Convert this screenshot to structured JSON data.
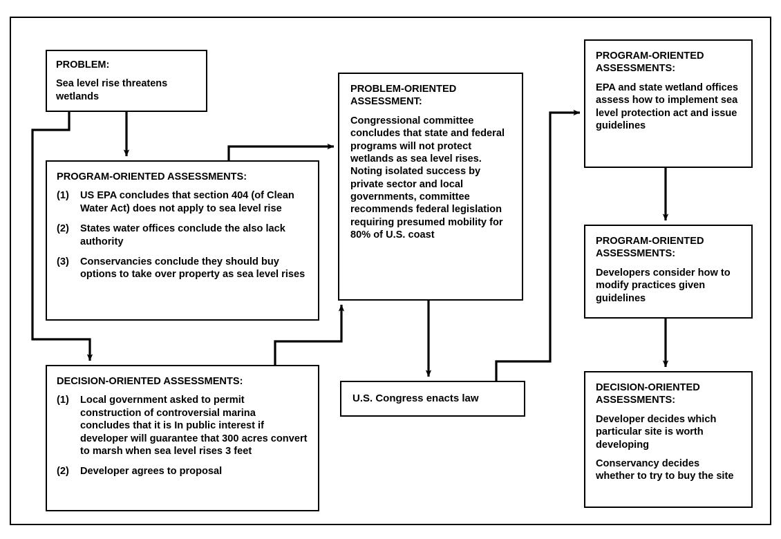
{
  "diagram": {
    "type": "flowchart",
    "nodes": [
      {
        "id": "problem",
        "title": "PROBLEM:",
        "paras": [
          "Sea level rise threatens wetlands"
        ]
      },
      {
        "id": "prog_left",
        "title": "PROGRAM-ORIENTED ASSESSMENTS:",
        "items": [
          {
            "num": "(1)",
            "text": "US EPA concludes that section 404 (of Clean Water Act) does not apply to sea level rise"
          },
          {
            "num": "(2)",
            "text": "States water offices conclude the also lack authority"
          },
          {
            "num": "(3)",
            "text": "Conservancies conclude they should buy options to take over property as sea level rises"
          }
        ]
      },
      {
        "id": "decision_left",
        "title": "DECISION-ORIENTED ASSESSMENTS:",
        "items": [
          {
            "num": "(1)",
            "text": "Local government asked to permit construction of controversial marina concludes that it is In public interest if developer will guarantee that 300 acres convert to marsh when sea level rises 3 feet"
          },
          {
            "num": "(2)",
            "text": "Developer agrees to proposal"
          }
        ]
      },
      {
        "id": "problem_center",
        "title": "PROBLEM-ORIENTED ASSESSMENT:",
        "paras": [
          "Congressional committee concludes that state and federal programs will not protect wetlands as sea level rises.  Noting isolated success by private sector and local governments, committee recommends federal legislation requiring presumed mobility for 80% of U.S. coast"
        ]
      },
      {
        "id": "congress",
        "title": "",
        "paras": [
          "U.S. Congress enacts law"
        ]
      },
      {
        "id": "prog_topright",
        "title": "PROGRAM-ORIENTED ASSESSMENTS:",
        "paras": [
          "EPA and state wetland offices assess how to implement sea level protection act and issue guidelines"
        ]
      },
      {
        "id": "prog_midright",
        "title": "PROGRAM-ORIENTED ASSESSMENTS:",
        "paras": [
          "Developers consider how to modify practices given guidelines"
        ]
      },
      {
        "id": "decision_bottomright",
        "title": "DECISION-ORIENTED ASSESSMENTS:",
        "paras": [
          "Developer decides which particular site is worth developing",
          "Conservancy decides whether to try to buy the site"
        ]
      }
    ],
    "edges": [
      {
        "from": "problem",
        "to": "prog_left",
        "arrow": true
      },
      {
        "from": "problem",
        "to": "decision_left",
        "arrow": true
      },
      {
        "from": "prog_left",
        "to": "problem_center",
        "arrow": true
      },
      {
        "from": "decision_left",
        "to": "problem_center",
        "arrow": true
      },
      {
        "from": "problem_center",
        "to": "congress",
        "arrow": true
      },
      {
        "from": "congress",
        "to": "prog_topright",
        "arrow": true
      },
      {
        "from": "prog_topright",
        "to": "prog_midright",
        "arrow": true
      },
      {
        "from": "prog_midright",
        "to": "decision_bottomright",
        "arrow": true
      }
    ],
    "colors": {
      "stroke": "#000000",
      "background": "#ffffff",
      "text": "#000000"
    }
  }
}
